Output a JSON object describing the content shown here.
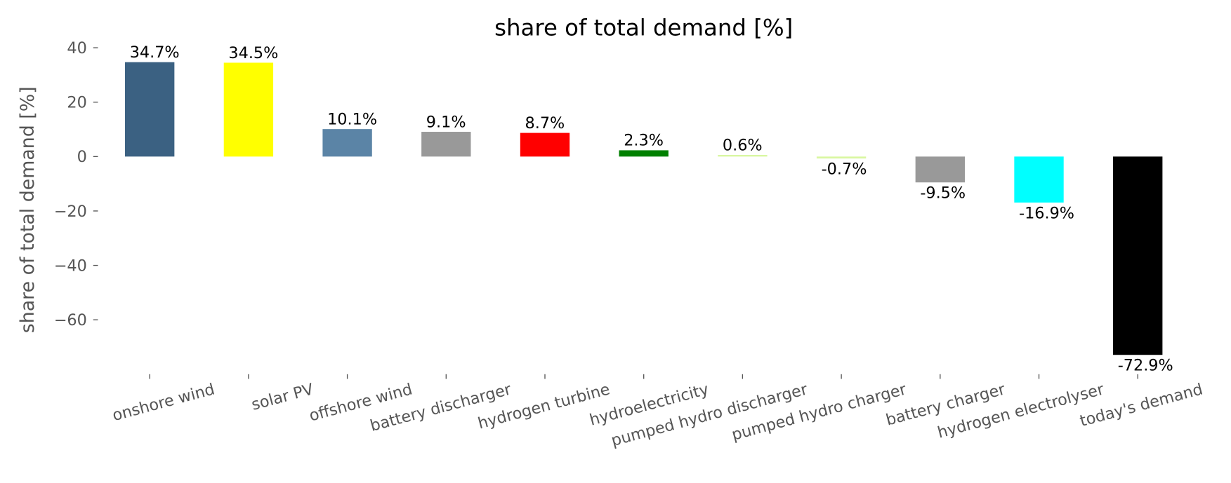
{
  "chart_data": {
    "type": "bar",
    "title": "share of total demand [%]",
    "xlabel": "",
    "ylabel": "share of total demand [%]",
    "ylim": [
      -80,
      42
    ],
    "yticks": [
      40,
      20,
      0,
      -20,
      -40,
      -60
    ],
    "ytick_labels": [
      "40",
      "20",
      "0",
      "−20",
      "−40",
      "−60"
    ],
    "grid": false,
    "categories": [
      "onshore wind",
      "solar PV",
      "offshore wind",
      "battery discharger",
      "hydrogen turbine",
      "hydroelectricity",
      "pumped hydro discharger",
      "pumped hydro charger",
      "battery charger",
      "hydrogen electrolyser",
      "today's demand"
    ],
    "values": [
      34.7,
      34.5,
      10.1,
      9.1,
      8.7,
      2.3,
      0.6,
      -0.7,
      -9.5,
      -16.9,
      -72.9
    ],
    "value_labels": [
      "34.7%",
      "34.5%",
      "10.1%",
      "9.1%",
      "8.7%",
      "2.3%",
      "0.6%",
      "-0.7%",
      "-9.5%",
      "-16.9%",
      "-72.9%"
    ],
    "colors": [
      "#3b6182",
      "#ffff00",
      "#5b84a6",
      "#999999",
      "#ff0000",
      "#008000",
      "#d9f7a1",
      "#d9f7a1",
      "#999999",
      "#00ffff",
      "#000000"
    ]
  }
}
